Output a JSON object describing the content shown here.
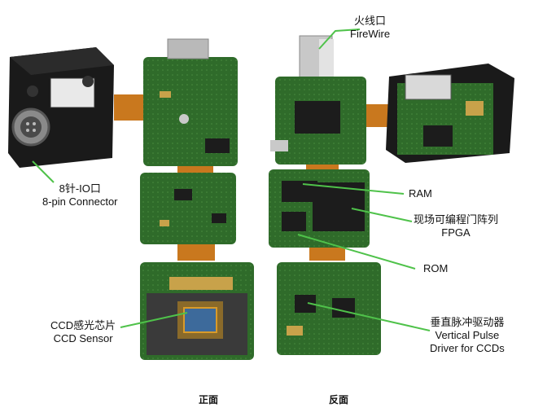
{
  "labels": {
    "firewire": {
      "cn": "火线口",
      "en": "FireWire"
    },
    "connector": {
      "cn": "8针-IO口",
      "en": "8-pin Connector"
    },
    "ccd": {
      "cn": "CCD感光芯片",
      "en": "CCD Sensor"
    },
    "ram": {
      "en": "RAM"
    },
    "fpga": {
      "cn": "现场可编程门阵列",
      "en": "FPGA"
    },
    "rom": {
      "en": "ROM"
    },
    "driver": {
      "cn": "垂直脉冲驱动器",
      "en1": "Vertical Pulse",
      "en2": "Driver for CCDs"
    }
  },
  "captions": {
    "front": "正面",
    "back": "反面"
  },
  "colors": {
    "pcb": "#2f6b2a",
    "pcb_dark": "#1f4a1c",
    "flex": "#c9781e",
    "leader": "#4fc24a",
    "housing": "#1a1a1a"
  }
}
